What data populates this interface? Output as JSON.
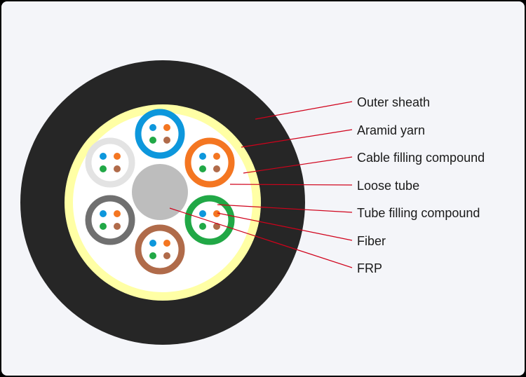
{
  "labels": {
    "outer_sheath": "Outer sheath",
    "aramid_yarn": "Aramid yarn",
    "cable_filling_compound": "Cable filling compound",
    "loose_tube": "Loose tube",
    "tube_filling_compound": "Tube filling compound",
    "fiber": "Fiber",
    "frp": "FRP"
  },
  "colors": {
    "sheath": "#262626",
    "aramid": "#ffffa5",
    "core_fill": "#ffffff",
    "frp": "#bdbdbd",
    "leader": "#d0021b",
    "tube_blue": "#0d97dc",
    "tube_orange": "#f47621",
    "tube_green": "#21a846",
    "tube_brown": "#b06b4a",
    "tube_grey": "#707070",
    "tube_white": "#e3e3e3"
  },
  "tubes": [
    {
      "name": "tube-blue",
      "color": "#0d97dc"
    },
    {
      "name": "tube-orange",
      "color": "#f47621"
    },
    {
      "name": "tube-green",
      "color": "#21a846"
    },
    {
      "name": "tube-brown",
      "color": "#b06b4a"
    },
    {
      "name": "tube-grey",
      "color": "#707070"
    },
    {
      "name": "tube-white",
      "color": "#e3e3e3"
    }
  ],
  "fiber_colors": [
    "#0d97dc",
    "#f47621",
    "#21a846",
    "#b06b4a"
  ]
}
